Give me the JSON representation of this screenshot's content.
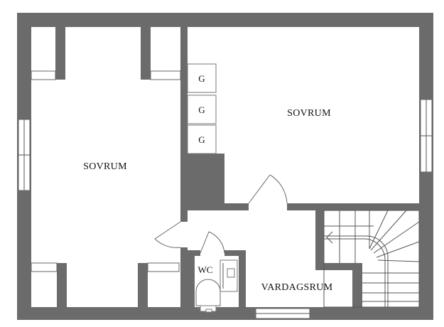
{
  "rooms": {
    "bedroom_left": "SOVRUM",
    "bedroom_right": "SOVRUM",
    "wc": "WC",
    "living_room": "VARDAGSRUM"
  },
  "wardrobes": [
    "G",
    "G",
    "G"
  ]
}
